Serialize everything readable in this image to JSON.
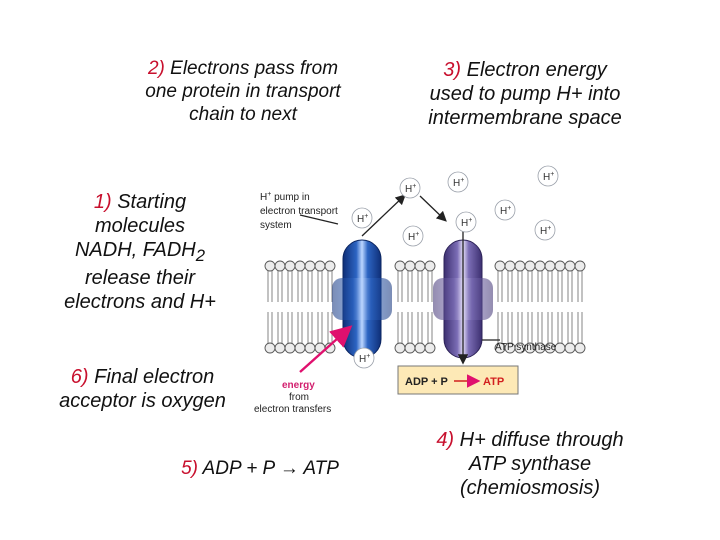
{
  "steps": {
    "s2": {
      "num": "2)",
      "l1": "Electrons pass from",
      "l2": "one protein in transport",
      "l3": "chain to next"
    },
    "s3": {
      "num": "3)",
      "l1": "Electron energy",
      "l2": "used to pump H+ into",
      "l3": "intermembrane space"
    },
    "s1": {
      "num": "1)",
      "l1": "Starting",
      "l2": "molecules",
      "l3a": "NADH, FADH",
      "l3sub": "2",
      "l4": "release their",
      "l5": "electrons and H+"
    },
    "s6": {
      "num": "6)",
      "l1": "Final electron",
      "l2": "acceptor is oxygen"
    },
    "s5": {
      "num": "5)",
      "text": "ADP + P",
      "product": "ATP"
    },
    "s4": {
      "num": "4)",
      "l1": "H+ diffuse through",
      "l2": "ATP synthase",
      "l3": "(chemiosmosis)"
    }
  },
  "diagram": {
    "pump_label": {
      "l1": "H",
      "sup": "+",
      "l2": " pump in",
      "l3": "electron transport",
      "l4": "system"
    },
    "synthase_label": "ATP synthase",
    "energy_label": {
      "l1": "energy",
      "l2": "from",
      "l3": "electron transfers"
    },
    "box": {
      "left": "ADP + P",
      "right": "ATP"
    },
    "ion_text": "H",
    "ion_sup": "+",
    "colors": {
      "arrow": "#e0106e",
      "atp": "#d21f1f",
      "box_fill": "#fde9b6",
      "pump_blue": "#2c64c2",
      "synthase_purple": "#7b6db5"
    }
  }
}
